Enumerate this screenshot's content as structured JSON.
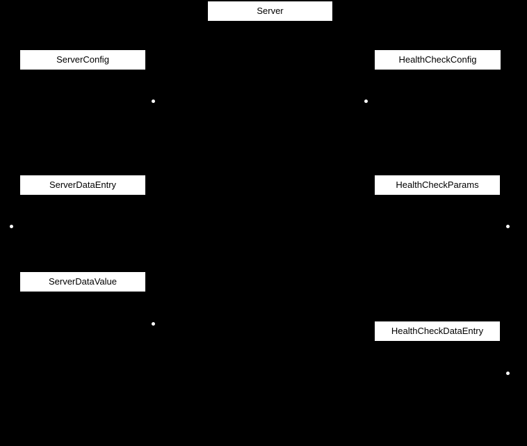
{
  "colors": {
    "background": "#000000",
    "node_fill": "#ffffff",
    "node_text": "#000000",
    "dot": "#ffffff"
  },
  "nodes": {
    "server": {
      "label": "Server"
    },
    "server_config": {
      "label": "ServerConfig"
    },
    "health_check_config": {
      "label": "HealthCheckConfig"
    },
    "server_data_entry": {
      "label": "ServerDataEntry"
    },
    "health_check_params": {
      "label": "HealthCheckParams"
    },
    "server_data_value": {
      "label": "ServerDataValue"
    },
    "health_check_data_entry": {
      "label": "HealthCheckDataEntry"
    }
  }
}
